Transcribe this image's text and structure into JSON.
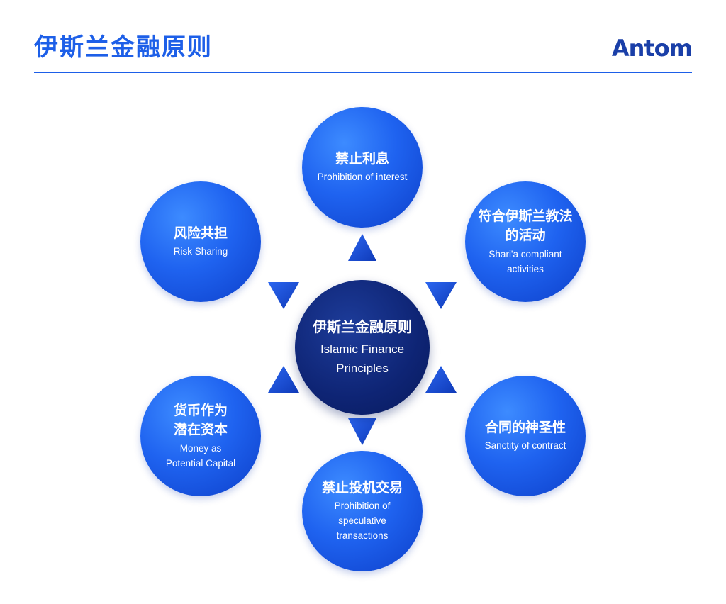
{
  "header": {
    "title": "伊斯兰金融原则",
    "brand": "Antom"
  },
  "colors": {
    "accent": "#1d5fe8",
    "center_fill": "#0e2474",
    "outer_fill": "#1f63f0",
    "triangle": "#1e4fd6"
  },
  "diagram": {
    "center": {
      "title_cn": "伊斯兰金融原则",
      "title_en_line1": "Islamic Finance",
      "title_en_line2": "Principles"
    },
    "nodes": [
      {
        "cn_line1": "禁止利息",
        "cn_line2": "",
        "en_line1": "Prohibition of interest",
        "en_line2": "",
        "en_line3": ""
      },
      {
        "cn_line1": "符合伊斯兰教法",
        "cn_line2": "的活动",
        "en_line1": "Shari'a compliant",
        "en_line2": "activities",
        "en_line3": ""
      },
      {
        "cn_line1": "合同的神圣性",
        "cn_line2": "",
        "en_line1": "Sanctity of contract",
        "en_line2": "",
        "en_line3": ""
      },
      {
        "cn_line1": "禁止投机交易",
        "cn_line2": "",
        "en_line1": "Prohibition of",
        "en_line2": "speculative",
        "en_line3": "transactions"
      },
      {
        "cn_line1": "货币作为",
        "cn_line2": "潜在资本",
        "en_line1": "Money as",
        "en_line2": "Potential Capital",
        "en_line3": ""
      },
      {
        "cn_line1": "风险共担",
        "cn_line2": "",
        "en_line1": "Risk Sharing",
        "en_line2": "",
        "en_line3": ""
      }
    ]
  }
}
